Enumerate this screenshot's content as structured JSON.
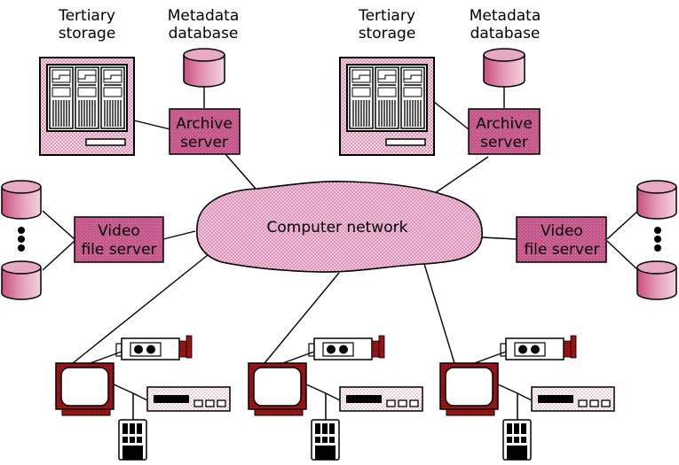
{
  "colors": {
    "node_fill": "#c55a86",
    "light_fill": "#f2c4d6",
    "network_fill": "#eeb3cf",
    "tv_frame": "#9b1a1a",
    "line": "#000000"
  },
  "network": {
    "label": "Computer network"
  },
  "archive_groups": [
    {
      "tertiary_label_1": "Tertiary",
      "tertiary_label_2": "storage",
      "metadata_label_1": "Metadata",
      "metadata_label_2": "database",
      "server_label_1": "Archive",
      "server_label_2": "server"
    },
    {
      "tertiary_label_1": "Tertiary",
      "tertiary_label_2": "storage",
      "metadata_label_1": "Metadata",
      "metadata_label_2": "database",
      "server_label_1": "Archive",
      "server_label_2": "server"
    }
  ],
  "video_servers": [
    {
      "label_1": "Video",
      "label_2": "file server"
    },
    {
      "label_1": "Video",
      "label_2": "file server"
    }
  ],
  "clients": [
    {
      "devices": [
        "tv",
        "camera",
        "set-top-box",
        "remote"
      ]
    },
    {
      "devices": [
        "tv",
        "camera",
        "set-top-box",
        "remote"
      ]
    },
    {
      "devices": [
        "tv",
        "camera",
        "set-top-box",
        "remote"
      ]
    }
  ]
}
